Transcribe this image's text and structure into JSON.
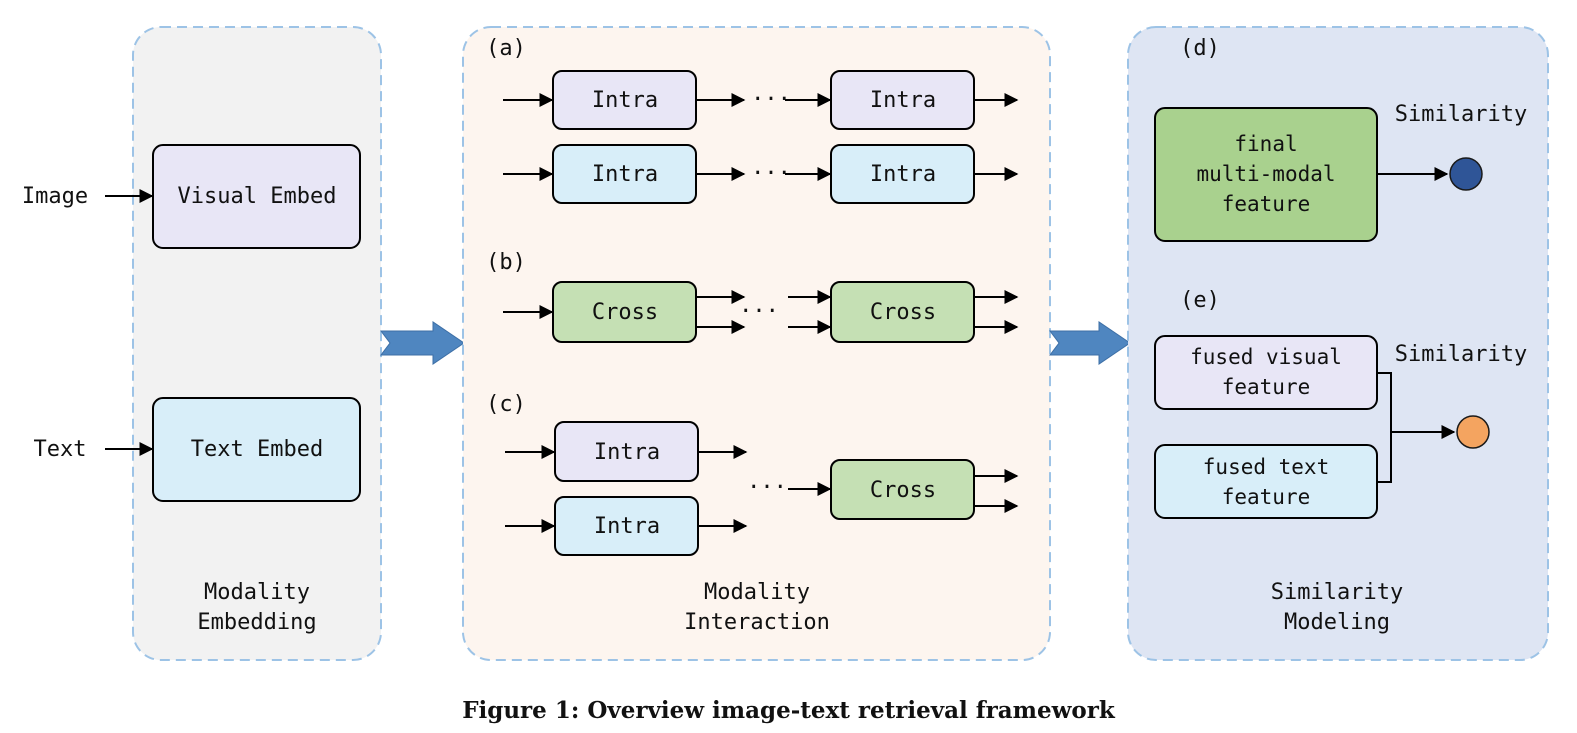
{
  "figure": {
    "caption": "Figure 1: Overview image-text retrieval framework"
  },
  "colors": {
    "panel_border": "#9dc3e6",
    "panel_embedding_bg": "#f2f2f2",
    "panel_interaction_bg": "#fdf5ef",
    "panel_similarity_bg": "#dee5f3",
    "visual_box_fill": "#e8e6f6",
    "text_box_fill": "#d8eef9",
    "cross_box_fill": "#c5e0b4",
    "final_box_fill": "#a9d18e",
    "big_arrow": "#4f86c0",
    "dot_blue": "#2f5597",
    "dot_orange": "#f4a460"
  },
  "embedding": {
    "input_image": "Image",
    "input_text": "Text",
    "visual_embed": "Visual Embed",
    "text_embed": "Text Embed",
    "title_line1": "Modality",
    "title_line2": "Embedding"
  },
  "interaction": {
    "label_a": "(a)",
    "label_b": "(b)",
    "label_c": "(c)",
    "intra": "Intra",
    "cross": "Cross",
    "ellipsis": "···",
    "title_line1": "Modality",
    "title_line2": "Interaction"
  },
  "similarity": {
    "label_d": "(d)",
    "label_e": "(e)",
    "final_line1": "final",
    "final_line2": "multi-modal",
    "final_line3": "feature",
    "sim_label_d": "Similarity",
    "sim_label_e": "Similarity",
    "fused_visual_line1": "fused visual",
    "fused_visual_line2": "feature",
    "fused_text_line1": "fused text",
    "fused_text_line2": "feature",
    "title_line1": "Similarity",
    "title_line2": "Modeling"
  }
}
